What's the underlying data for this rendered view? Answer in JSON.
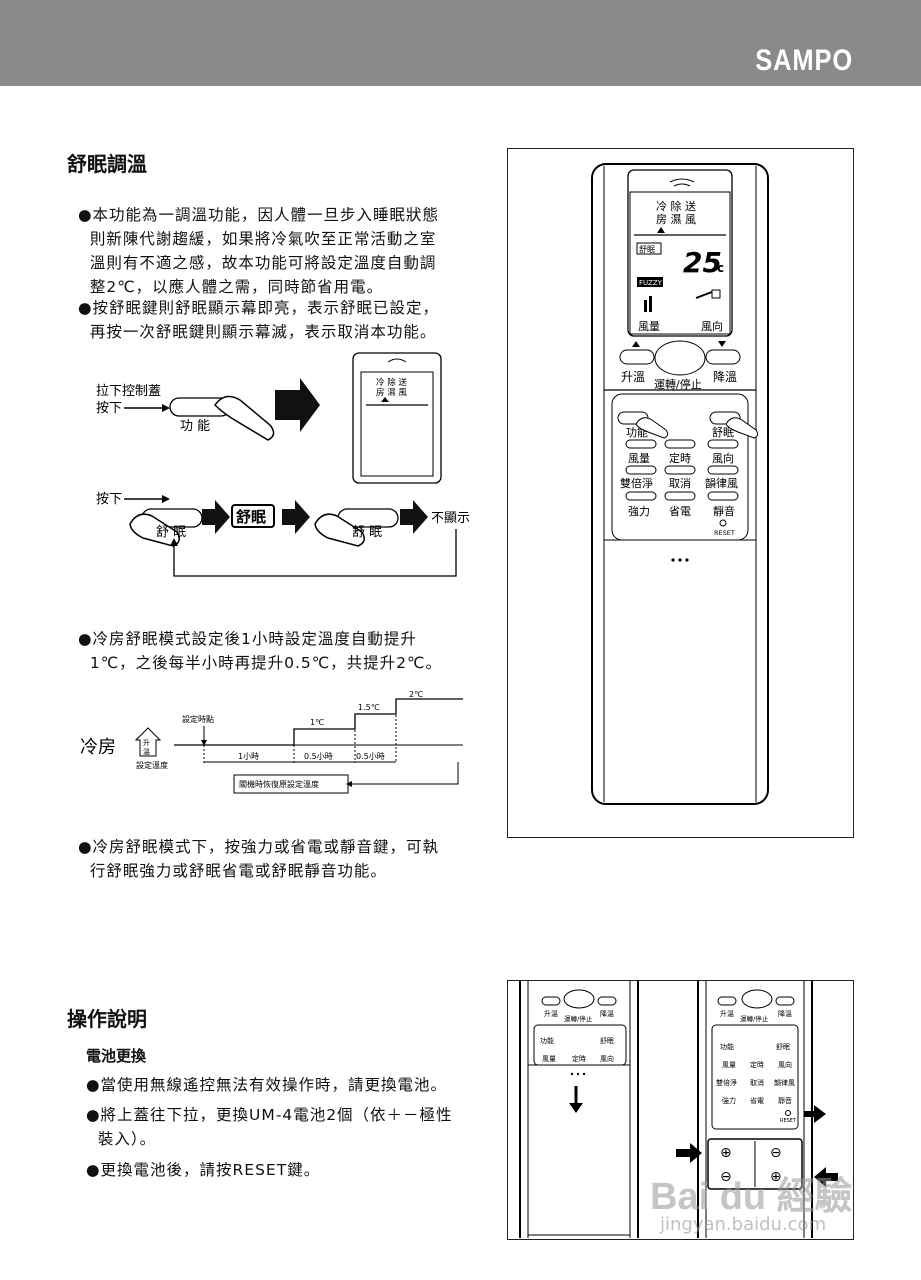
{
  "header": {
    "brand": "SAMPO"
  },
  "sleep": {
    "title": "舒眠調溫",
    "para1": "●本功能為一調溫功能，因人體一旦步入睡眠狀態\n  則新陳代謝趨緩，如果將冷氣吹至正常活動之室\n  溫則有不適之感，故本功能可將設定溫度自動調\n  整2℃，以應人體之需，同時節省用電。",
    "para2": "●按舒眠鍵則舒眠顯示幕即亮，表示舒眠已設定，\n  再按一次舒眠鍵則顯示幕滅，表示取消本功能。",
    "diagram1": {
      "pull_cover": "拉下控制蓋",
      "press": "按下",
      "func_key": "功 能",
      "panel_modes_top": "冷 除 送",
      "panel_modes_bottom": "房 濕 風"
    },
    "diagram2": {
      "press": "按下",
      "sleep_key": "舒 眠",
      "sleep_display": "舒眠",
      "off": "不顯示"
    },
    "para3": "●冷房舒眠模式設定後1小時設定溫度自動提升\n  1℃，之後每半小時再提升0.5℃，共提升2℃。",
    "timeline": {
      "mode": "冷房",
      "rise_top": "升",
      "rise_bottom": "溫",
      "set_temp": "設定溫度",
      "set_time": "設定時點",
      "step1": "1℃",
      "step2": "1.5℃",
      "step3": "2℃",
      "dur1": "1小時",
      "dur2": "0.5小時",
      "dur3": "0.5小時",
      "restore": "關機時恢復原設定溫度"
    },
    "para4": "●冷房舒眠模式下，按強力或省電或靜音鍵，可執\n  行舒眠強力或舒眠省電或舒眠靜音功能。"
  },
  "remote": {
    "modes_top": "冷 除 送",
    "modes_bottom": "房 濕 風",
    "sleep_badge": "舒眠",
    "temperature": "25",
    "unit": "c",
    "fuzzy": "FUZZY",
    "fan_label": "風量",
    "dir_label": "風向",
    "up": "升溫",
    "power": "運轉/停止",
    "down": "降溫",
    "keys": [
      "功能",
      "舒眠",
      "風量",
      "定時",
      "風向",
      "雙倍淨",
      "取消",
      "韻律風",
      "強力",
      "省電",
      "靜音"
    ],
    "reset": "RESET"
  },
  "ops": {
    "title": "操作說明",
    "subtitle": "電池更換",
    "items": [
      "●當使用無線遙控無法有效操作時，請更換電池。",
      "●將上蓋往下拉，更換UM-4電池2個（依＋－極性\n  裝入）。",
      "●更換電池後，請按RESET鍵。"
    ]
  },
  "bottom_remote": {
    "up": "升溫",
    "power": "運轉/停止",
    "down": "降溫",
    "keys": [
      "功能",
      "舒眠",
      "風量",
      "定時",
      "風向",
      "雙倍淨",
      "取消",
      "韻律風",
      "強力",
      "省電",
      "靜音"
    ],
    "reset": "RESET",
    "plus": "⊕",
    "minus": "⊖"
  },
  "watermark": {
    "brand": "Bai du 經驗",
    "url": "jingyan.baidu.com"
  }
}
